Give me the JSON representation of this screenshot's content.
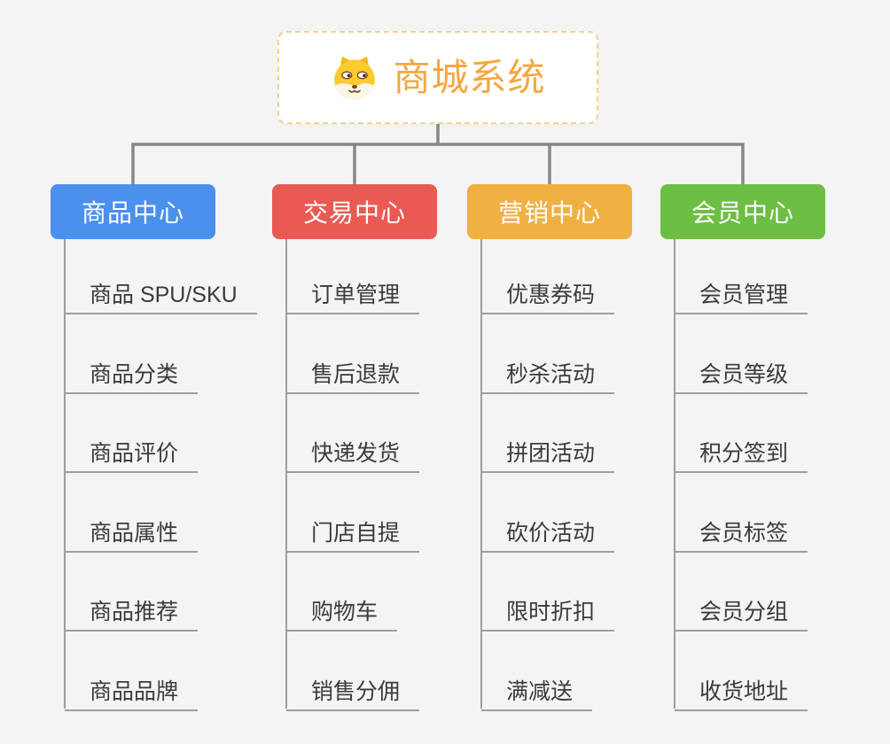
{
  "root": {
    "title": "商城系统",
    "icon": "doge-face-icon"
  },
  "branches": [
    {
      "label": "商品中心",
      "color": "#4a90ec",
      "items": [
        "商品 SPU/SKU",
        "商品分类",
        "商品评价",
        "商品属性",
        "商品推荐",
        "商品品牌"
      ]
    },
    {
      "label": "交易中心",
      "color": "#e95a54",
      "items": [
        "订单管理",
        "售后退款",
        "快递发货",
        "门店自提",
        "购物车",
        "销售分佣"
      ]
    },
    {
      "label": "营销中心",
      "color": "#f0b042",
      "items": [
        "优惠券码",
        "秒杀活动",
        "拼团活动",
        "砍价活动",
        "限时折扣",
        "满减送"
      ]
    },
    {
      "label": "会员中心",
      "color": "#6dbf44",
      "items": [
        "会员管理",
        "会员等级",
        "积分签到",
        "会员标签",
        "会员分组",
        "收货地址"
      ]
    }
  ],
  "colors": {
    "background": "#f4f4f4",
    "connector": "#878787",
    "leaf_underline": "#9e9e9e",
    "leaf_text": "#3b3b3b",
    "root_text": "#f2a742",
    "root_border": "#f6d291",
    "root_background": "#ffffff"
  }
}
